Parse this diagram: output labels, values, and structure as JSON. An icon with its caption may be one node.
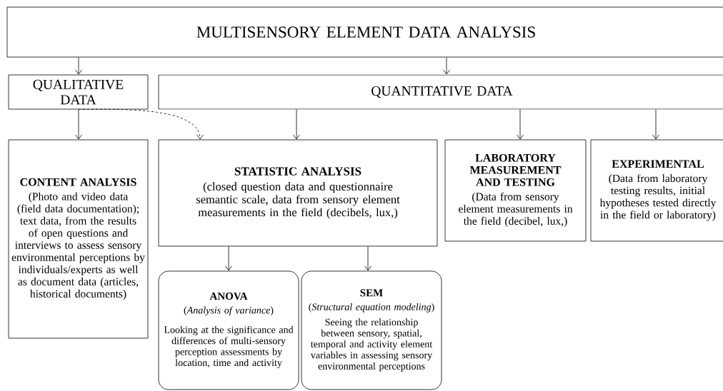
{
  "diagram": {
    "nodes": [
      {
        "text": [
          "MULTISENSORY ELEMENT DATA ANALYSIS"
        ]
      },
      {
        "text": [
          "QUALITATIVE DATA"
        ]
      },
      {
        "text": [
          "QUANTITATIVE DATA"
        ]
      },
      {
        "text": [
          "CONTENT ANALYSIS",
          "(Photo and video data (field data documentation); text data, from the results of open questions and interviews to assess sensory environmental perceptions by individuals/experts as well as document data (articles, historical documents)"
        ]
      },
      {
        "text": [
          "STATISTIC ANALYSIS",
          "(closed question data and questionnaire semantic scale, data from sensory element measurements in the field (decibels, lux,)"
        ]
      },
      {
        "text": [
          "LABORATORY MEASUREMENT AND TESTING",
          "(Data from sensory element measurements in the field (decibel, lux,)"
        ]
      },
      {
        "text": [
          "EXPERIMENTAL",
          "(Data from laboratory testing results, initial hypotheses tested directly in the field or laboratory)"
        ]
      },
      {
        "text": [
          "ANOVA",
          "(*Analysis of variance*)",
          "Looking at the significance and differences of multi-sensory perception assessments by location, time and activity"
        ]
      },
      {
        "text": [
          "SEM",
          "(*Structural equation modeling*)",
          "Seeing the relationship between sensory, spatial, temporal and activity element variables in assessing sensory environmental perceptions"
        ]
      }
    ],
    "edges": [
      {
        "from": 0,
        "to": 1,
        "arrow": "to"
      },
      {
        "from": 0,
        "to": 2,
        "arrow": "to"
      },
      {
        "from": 1,
        "to": 3,
        "arrow": "to"
      },
      {
        "from": 1,
        "to": 4,
        "arrow": "to",
        "style": "dashed"
      },
      {
        "from": 2,
        "to": 4,
        "arrow": "to"
      },
      {
        "from": 2,
        "to": 5,
        "arrow": "to"
      },
      {
        "from": 2,
        "to": 6,
        "arrow": "to"
      },
      {
        "from": 4,
        "to": 7,
        "arrow": "to"
      },
      {
        "from": 4,
        "to": 8,
        "arrow": "to"
      }
    ]
  }
}
